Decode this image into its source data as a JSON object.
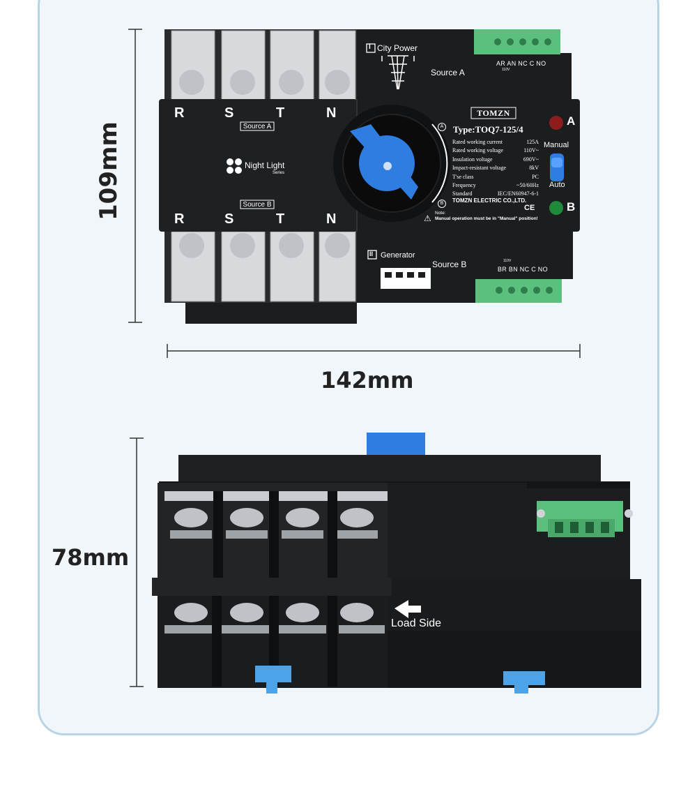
{
  "dimensions": {
    "height_top": "109mm",
    "width": "142mm",
    "depth": "78mm"
  },
  "front_view": {
    "phase_labels_top": [
      "R",
      "S",
      "T",
      "N"
    ],
    "phase_labels_bottom": [
      "R",
      "S",
      "T",
      "N"
    ],
    "source_a_tag": "Source A",
    "source_b_tag": "Source B",
    "night_light": "Night Light",
    "night_light_series": "Series",
    "city_power": "City Power",
    "city_power_num": "I",
    "source_a": "Source A",
    "terminal_top_labels": "AR AN NC C NO",
    "terminal_top_voltage": "110V",
    "generator": "Generator",
    "generator_num": "II",
    "source_b": "Source B",
    "terminal_bottom_labels": "BR BN NC C NO",
    "terminal_bottom_voltage": "110V",
    "brand": "TOMZN",
    "type": "Type:TOQ7-125/4",
    "spec_rows": [
      {
        "label": "Rated working current",
        "value": "125A"
      },
      {
        "label": "Rated working voltage",
        "value": "110V~"
      },
      {
        "label": "Insulation voltage",
        "value": "690V~"
      },
      {
        "label": "Impact-resistant voltage",
        "value": "8kV"
      },
      {
        "label": "T'se class",
        "value": "PC"
      },
      {
        "label": "Frequency",
        "value": "~50/60Hz"
      },
      {
        "label": "Standard",
        "value": "IEC/EN60947-6-1"
      }
    ],
    "company": "TOMZN ELECTRIC CO.,LTD.",
    "ce": "CE",
    "dial_a": "A",
    "dial_b": "B",
    "note_title": "Note:",
    "note_text": "Manual operation must be in \"Manual\" position!",
    "indicator_a": "A",
    "indicator_b": "B",
    "manual": "Manual",
    "auto": "Auto"
  },
  "side_view": {
    "load_side": "Load Side"
  },
  "colors": {
    "body": "#1c1d1f",
    "handle": "#2f7de1",
    "terminal_green": "#5bbf7d",
    "card_border": "#b9d3e6",
    "card_bg": "#f1f6fb"
  }
}
